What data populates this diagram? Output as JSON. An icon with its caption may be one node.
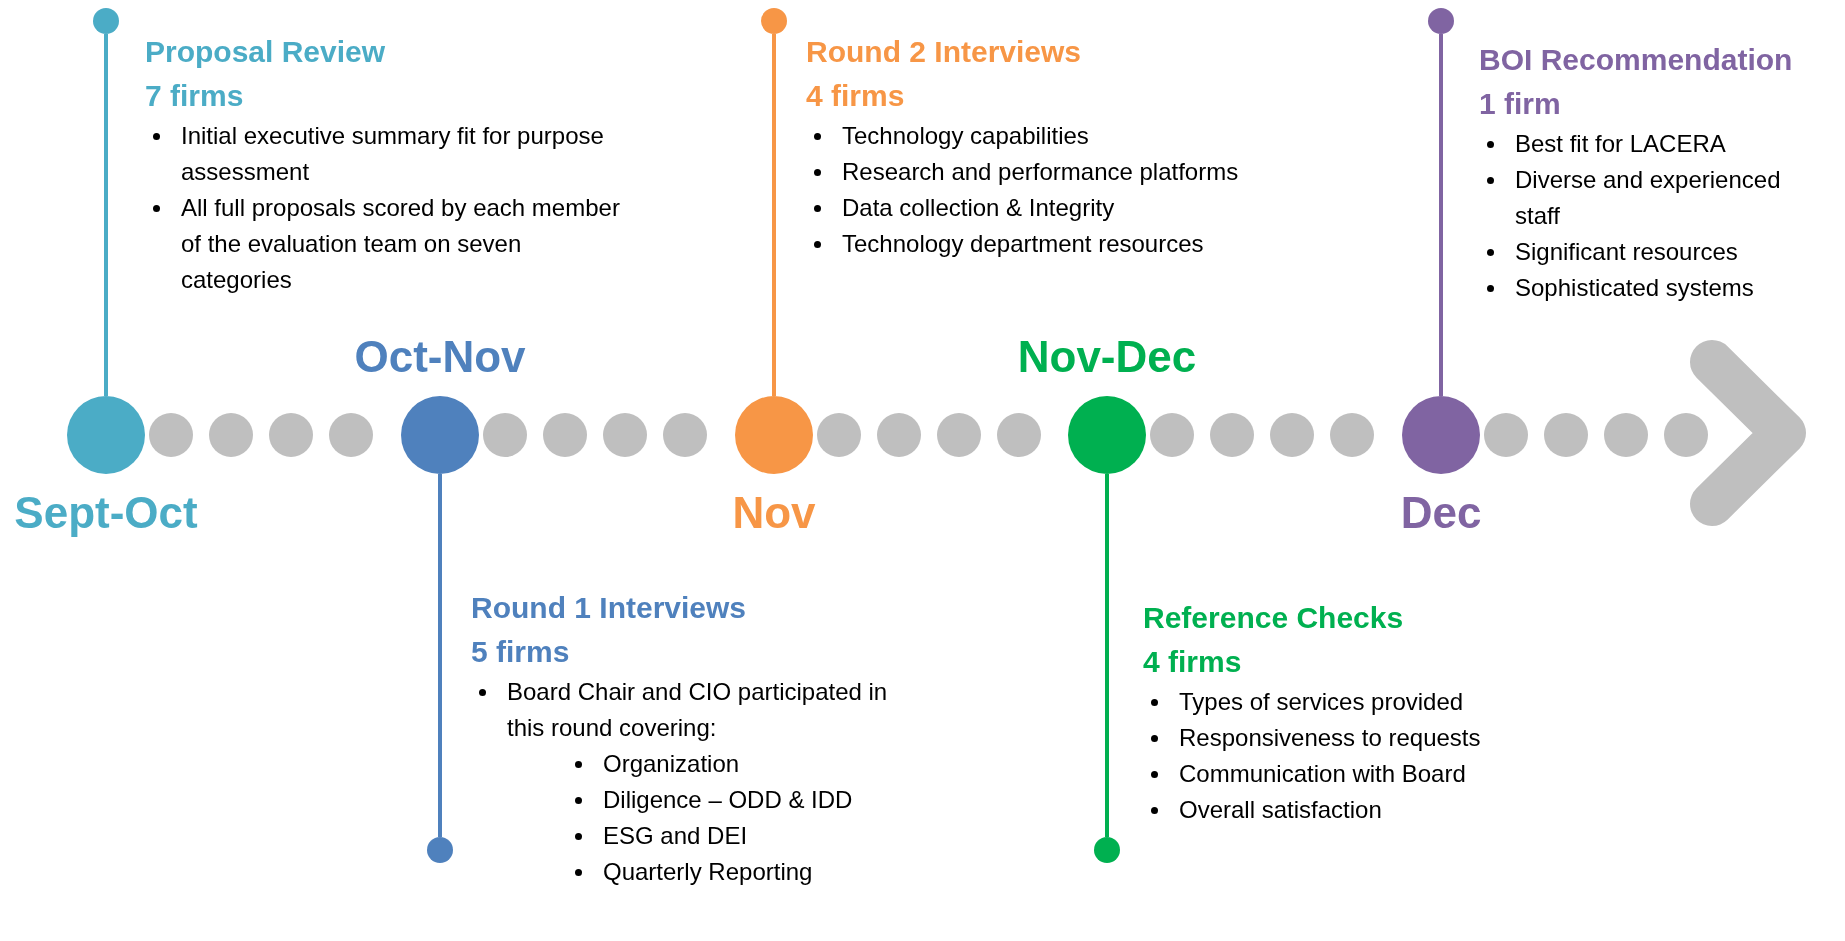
{
  "diagram": {
    "nodes": [
      {
        "text": [],
        "shape": "circle",
        "beside": [
          "Proposal Review",
          "7 firms",
          "Initial executive summary fit for purpose assessment",
          "All full proposals scored by each member of the evaluation team on seven categories"
        ]
      },
      {
        "text": [],
        "shape": "circle",
        "beside": [
          "Sept-Oct"
        ]
      },
      {
        "text": [],
        "shape": "circle",
        "beside": [
          "Oct-Nov"
        ]
      },
      {
        "text": [],
        "shape": "circle",
        "beside": [
          "Round 1 Interviews",
          "5 firms",
          "Board Chair and CIO participated in this round covering:",
          "Organization",
          "Diligence – ODD & IDD",
          "ESG and DEI",
          "Quarterly Reporting"
        ]
      },
      {
        "text": [],
        "shape": "circle",
        "beside": [
          "Round 2 Interviews",
          "4 firms",
          "Technology capabilities",
          "Research and performance platforms",
          "Data collection & Integrity",
          "Technology department resources"
        ]
      },
      {
        "text": [],
        "shape": "circle",
        "beside": [
          "Nov"
        ]
      },
      {
        "text": [],
        "shape": "circle",
        "beside": [
          "Nov-Dec"
        ]
      },
      {
        "text": [],
        "shape": "circle",
        "beside": [
          "Reference Checks",
          "4 firms",
          "Types of services provided",
          "Responsiveness to requests",
          "Communication with Board",
          "Overall satisfaction"
        ]
      },
      {
        "text": [],
        "shape": "circle",
        "beside": [
          "BOI Recommendation",
          "1 firm",
          "Best fit for LACERA",
          "Diverse and experienced staff",
          "Significant resources",
          "Sophisticated systems"
        ]
      },
      {
        "text": [],
        "shape": "circle",
        "beside": [
          "Dec"
        ]
      }
    ],
    "edges": [
      {
        "from": 1,
        "to": 0,
        "arrow": "none",
        "color": "#4bacc6"
      },
      {
        "from": 2,
        "to": 3,
        "arrow": "none",
        "color": "#4f81bd"
      },
      {
        "from": 5,
        "to": 4,
        "arrow": "none",
        "color": "#f79646"
      },
      {
        "from": 6,
        "to": 7,
        "arrow": "none",
        "color": "#00b050"
      },
      {
        "from": 9,
        "to": 8,
        "arrow": "none",
        "color": "#8064a2"
      }
    ]
  }
}
